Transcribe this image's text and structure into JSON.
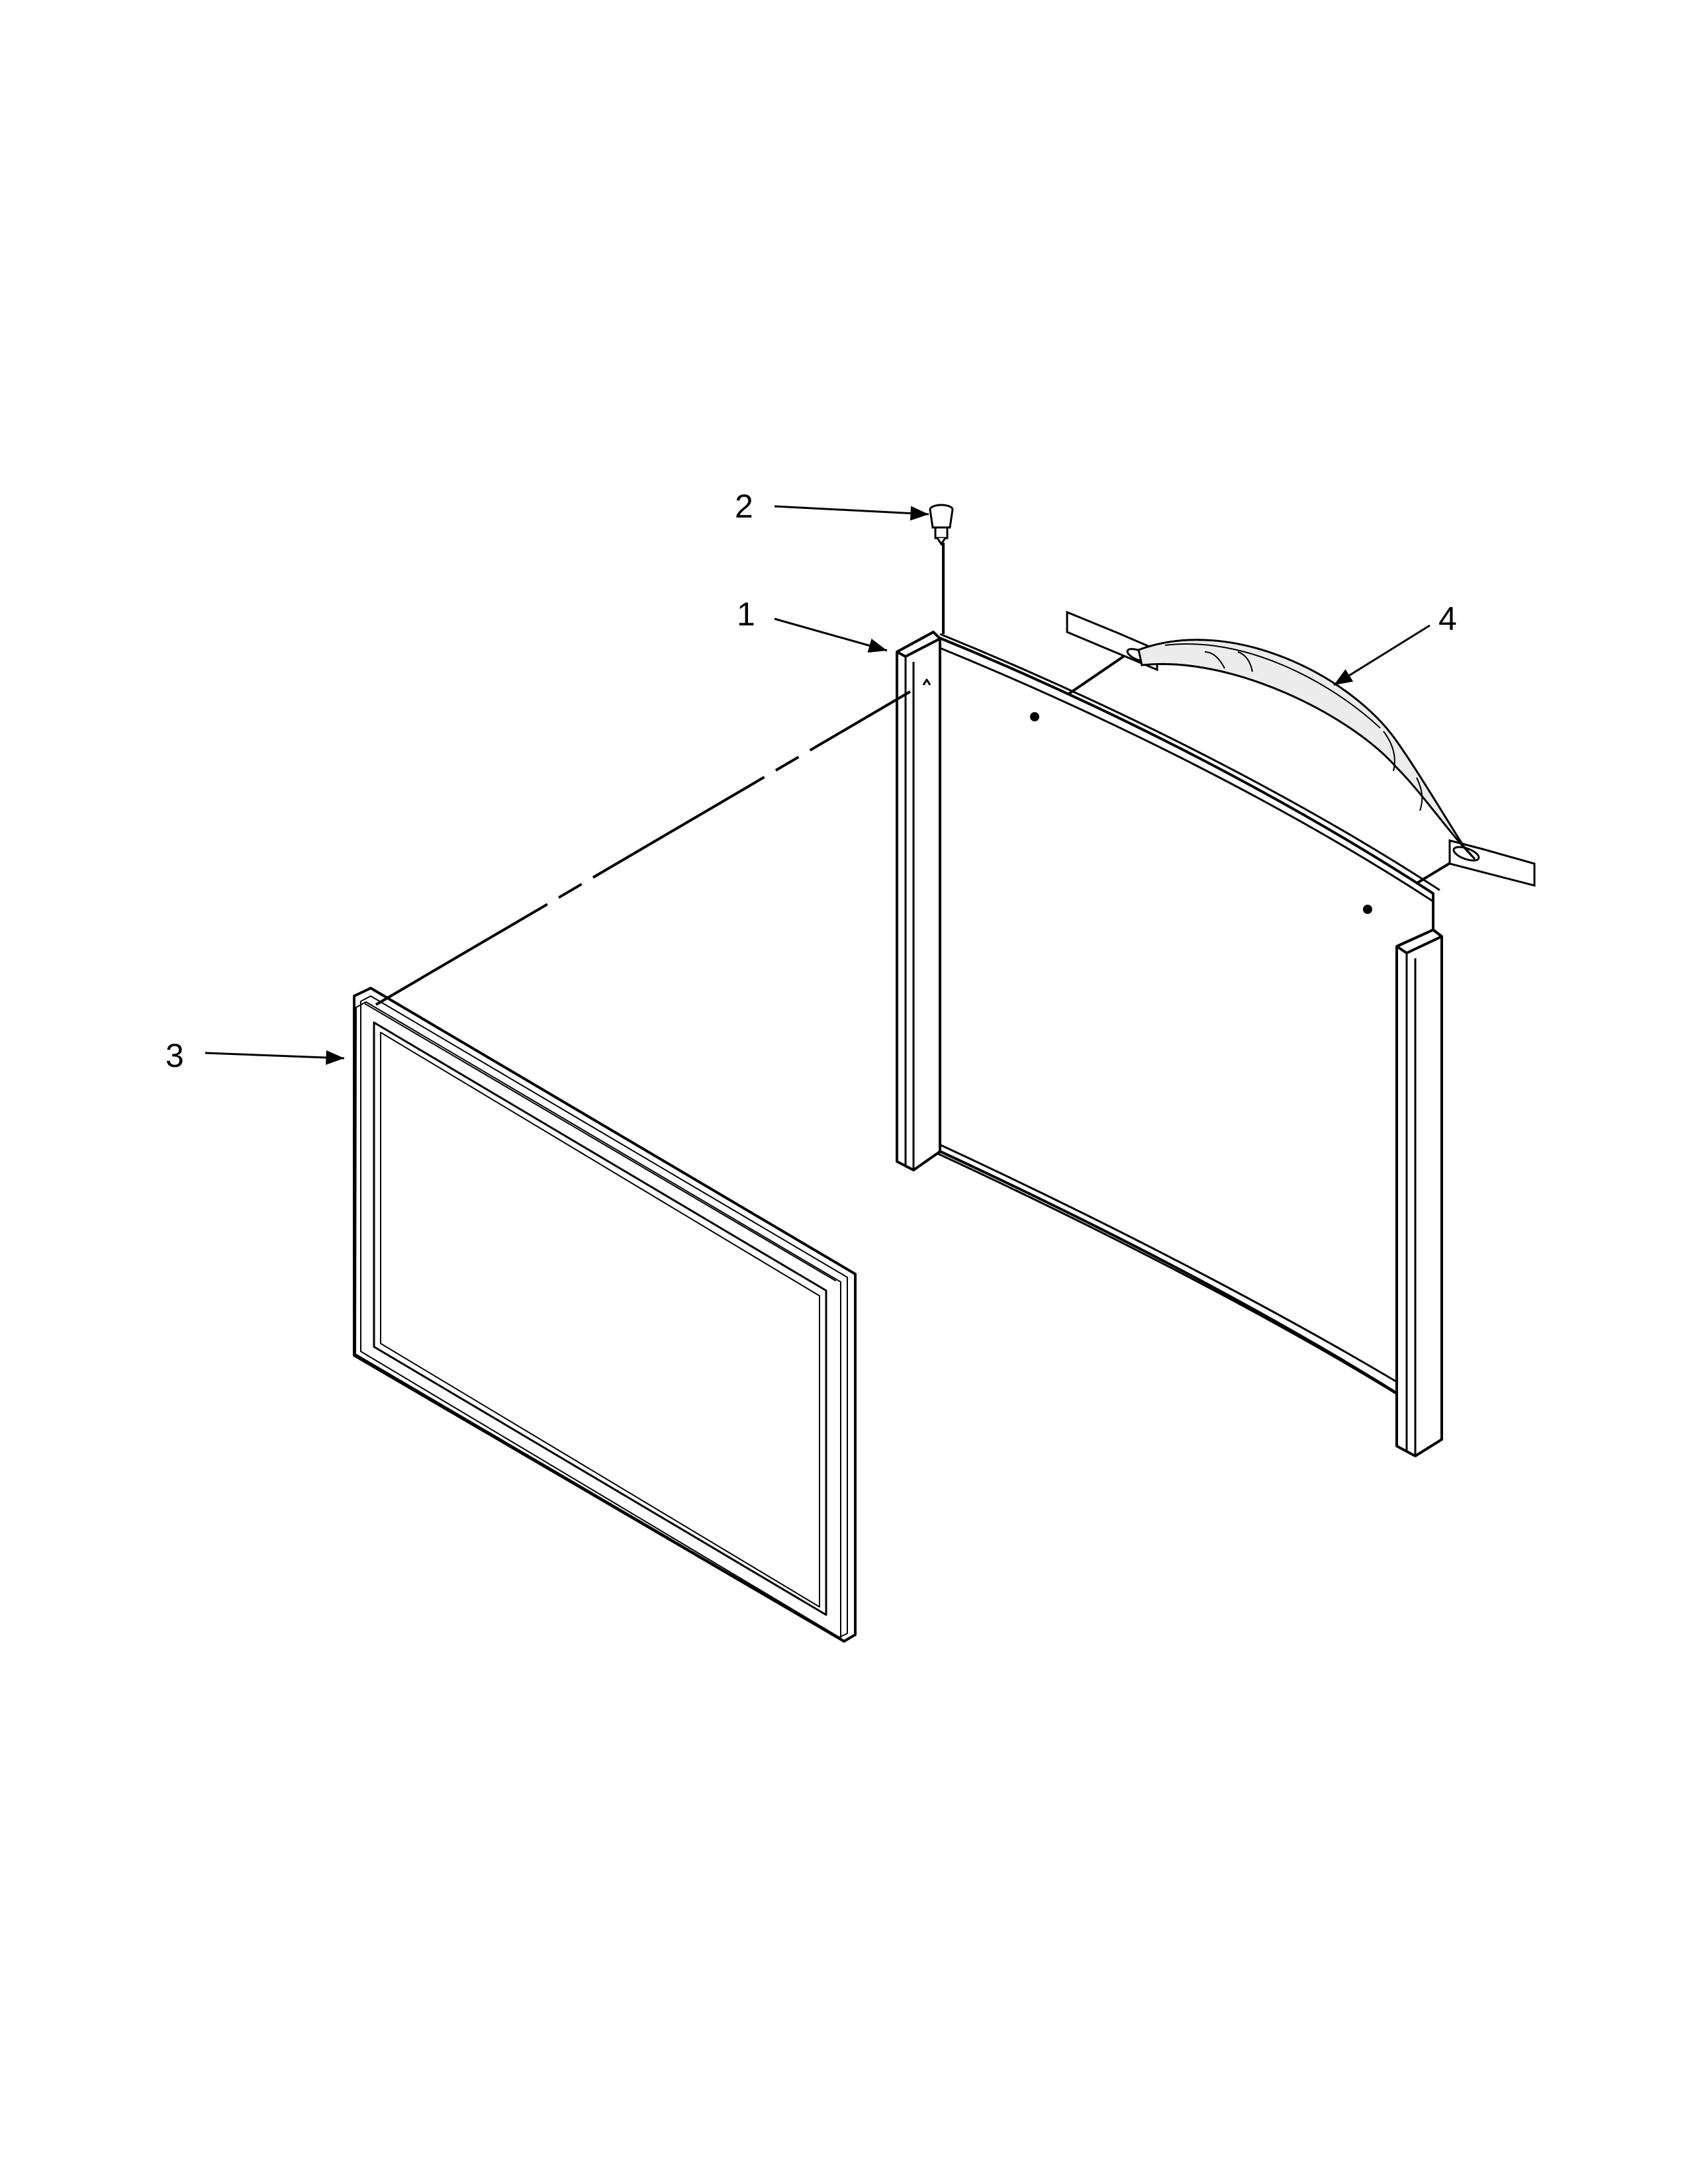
{
  "callouts": [
    {
      "id": "1",
      "label": "1"
    },
    {
      "id": "2",
      "label": "2"
    },
    {
      "id": "3",
      "label": "3"
    },
    {
      "id": "4",
      "label": "4"
    }
  ],
  "colors": {
    "line": "#000000",
    "background": "#ffffff",
    "handle_shade": "#e6e6e6"
  }
}
